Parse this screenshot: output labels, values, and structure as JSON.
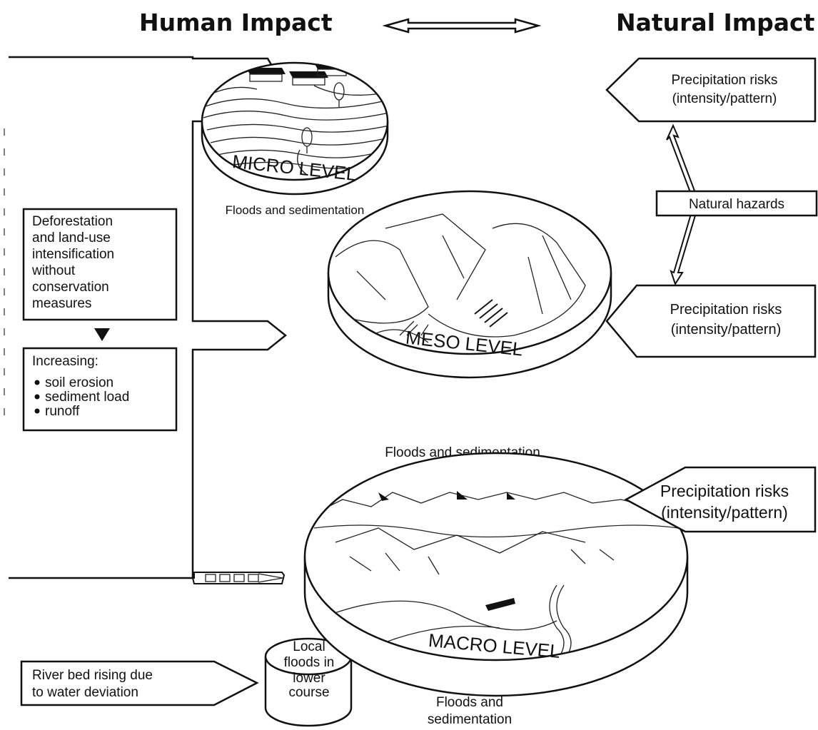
{
  "header": {
    "human_impact": "Human Impact",
    "natural_impact": "Natural Impact"
  },
  "levels": {
    "micro": "MICRO LEVEL",
    "meso": "MESO LEVEL",
    "macro": "MACRO LEVEL"
  },
  "outcomes": {
    "micro": "Floods and sedimentation",
    "meso": "Floods and sedimentation",
    "macro_line1": "Floods and",
    "macro_line2": "sedimentation"
  },
  "left": {
    "deforestation_lines": [
      "Deforestation",
      "and land-use",
      "intensification",
      "without",
      "conservation",
      "measures"
    ],
    "increasing_title": "Increasing:",
    "increasing_items": [
      "soil erosion",
      "sediment load",
      "runoff"
    ],
    "river_bed_lines": [
      "River bed rising due",
      "to water deviation"
    ],
    "local_floods_lines": [
      "Local",
      "floods in",
      "lower",
      "course"
    ]
  },
  "right": {
    "precip_1": [
      "Precipitation risks",
      "(intensity/pattern)"
    ],
    "natural_hazards": "Natural hazards",
    "precip_2": [
      "Precipitation risks",
      "(intensity/pattern)"
    ],
    "precip_3": [
      "Precipitation risks",
      "(intensity/pattern)"
    ]
  }
}
